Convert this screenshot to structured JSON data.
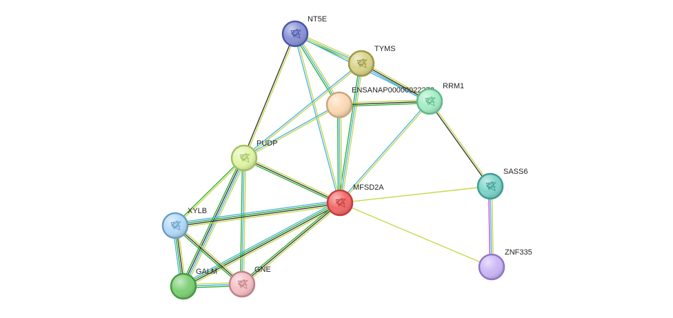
{
  "nodes": [
    {
      "id": "NT5E",
      "label": "NT5E",
      "color": "#8a93d6",
      "ring": "#4a55a8",
      "has_structure": true
    },
    {
      "id": "TYMS",
      "label": "TYMS",
      "color": "#d9d38b",
      "ring": "#9c9648",
      "has_structure": true
    },
    {
      "id": "ENSANAP",
      "label": "ENSANAP00000022272",
      "color": "#fbd9b4",
      "ring": "#c9a47e",
      "has_structure": false
    },
    {
      "id": "RRM1",
      "label": "RRM1",
      "color": "#a6ecc5",
      "ring": "#5fba8a",
      "has_structure": true
    },
    {
      "id": "PUDP",
      "label": "PUDP",
      "color": "#e0f5a8",
      "ring": "#a3c062",
      "has_structure": true
    },
    {
      "id": "MFSD2A",
      "label": "MFSD2A",
      "color": "#f26a6a",
      "ring": "#c43c3c",
      "has_structure": true
    },
    {
      "id": "SASS6",
      "label": "SASS6",
      "color": "#7ed3c9",
      "ring": "#3d9c92",
      "has_structure": true
    },
    {
      "id": "XYLB",
      "label": "XYLB",
      "color": "#b3daf7",
      "ring": "#6a9cc4",
      "has_structure": true
    },
    {
      "id": "ZNF335",
      "label": "ZNF335",
      "color": "#cbb7f5",
      "ring": "#8e74c8",
      "has_structure": false
    },
    {
      "id": "GALM",
      "label": "GALM",
      "color": "#7fd077",
      "ring": "#449b3c",
      "has_structure": false
    },
    {
      "id": "GNE",
      "label": "GNE",
      "color": "#f4c0c4",
      "ring": "#c07f86",
      "has_structure": true
    }
  ],
  "edge_colors": {
    "textmining": "#c5d84a",
    "database": "#4db3e8",
    "experimental": "#c64ad8",
    "coexpression": "#333333",
    "neighborhood": "#2db02d",
    "homology": "#9aa1e0"
  },
  "edges": [
    {
      "source": "NT5E",
      "target": "TYMS",
      "types": [
        "textmining",
        "database",
        "neighborhood"
      ]
    },
    {
      "source": "NT5E",
      "target": "ENSANAP",
      "types": [
        "textmining",
        "database",
        "neighborhood"
      ]
    },
    {
      "source": "NT5E",
      "target": "PUDP",
      "types": [
        "textmining",
        "coexpression"
      ]
    },
    {
      "source": "NT5E",
      "target": "MFSD2A",
      "types": [
        "textmining",
        "database"
      ]
    },
    {
      "source": "NT5E",
      "target": "RRM1",
      "types": [
        "textmining",
        "database"
      ]
    },
    {
      "source": "TYMS",
      "target": "RRM1",
      "types": [
        "textmining",
        "coexpression",
        "database"
      ]
    },
    {
      "source": "TYMS",
      "target": "PUDP",
      "types": [
        "textmining",
        "database"
      ]
    },
    {
      "source": "TYMS",
      "target": "MFSD2A",
      "types": [
        "textmining",
        "database",
        "neighborhood"
      ]
    },
    {
      "source": "ENSANAP",
      "target": "RRM1",
      "types": [
        "textmining",
        "coexpression",
        "neighborhood"
      ]
    },
    {
      "source": "ENSANAP",
      "target": "PUDP",
      "types": [
        "textmining",
        "database"
      ]
    },
    {
      "source": "ENSANAP",
      "target": "MFSD2A",
      "types": [
        "textmining",
        "database",
        "neighborhood"
      ]
    },
    {
      "source": "RRM1",
      "target": "MFSD2A",
      "types": [
        "textmining",
        "database"
      ]
    },
    {
      "source": "RRM1",
      "target": "SASS6",
      "types": [
        "textmining",
        "coexpression"
      ]
    },
    {
      "source": "PUDP",
      "target": "MFSD2A",
      "types": [
        "textmining",
        "coexpression",
        "neighborhood"
      ]
    },
    {
      "source": "PUDP",
      "target": "XYLB",
      "types": [
        "textmining",
        "neighborhood"
      ]
    },
    {
      "source": "PUDP",
      "target": "GALM",
      "types": [
        "textmining",
        "database",
        "coexpression",
        "neighborhood"
      ]
    },
    {
      "source": "PUDP",
      "target": "GNE",
      "types": [
        "textmining",
        "database",
        "neighborhood"
      ]
    },
    {
      "source": "MFSD2A",
      "target": "XYLB",
      "types": [
        "textmining",
        "coexpression",
        "neighborhood",
        "database"
      ]
    },
    {
      "source": "MFSD2A",
      "target": "GALM",
      "types": [
        "textmining",
        "coexpression",
        "neighborhood",
        "database"
      ]
    },
    {
      "source": "MFSD2A",
      "target": "GNE",
      "types": [
        "textmining",
        "coexpression",
        "neighborhood"
      ]
    },
    {
      "source": "MFSD2A",
      "target": "SASS6",
      "types": [
        "textmining"
      ]
    },
    {
      "source": "MFSD2A",
      "target": "ZNF335",
      "types": [
        "textmining"
      ]
    },
    {
      "source": "SASS6",
      "target": "ZNF335",
      "types": [
        "textmining",
        "database",
        "experimental"
      ]
    },
    {
      "source": "XYLB",
      "target": "GALM",
      "types": [
        "textmining",
        "coexpression",
        "neighborhood",
        "database"
      ]
    },
    {
      "source": "XYLB",
      "target": "GNE",
      "types": [
        "textmining",
        "coexpression",
        "neighborhood"
      ]
    },
    {
      "source": "GALM",
      "target": "GNE",
      "types": [
        "textmining",
        "database",
        "neighborhood"
      ]
    }
  ]
}
